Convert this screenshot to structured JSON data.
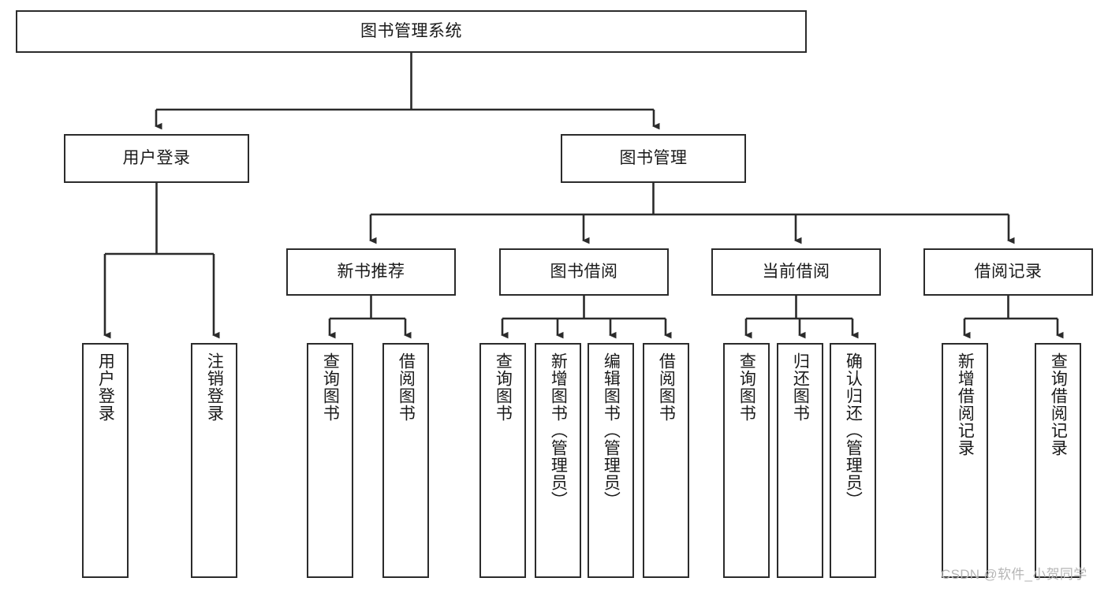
{
  "diagram": {
    "type": "tree-hierarchy-chart",
    "title": "图书管理系统",
    "orientation": "top-down",
    "levels": 4,
    "colors": {
      "box_border": "#2b2b2b",
      "box_fill": "#ffffff",
      "connector": "#2b2b2b",
      "text": "#1a1a1a",
      "watermark": "#b6b6b6",
      "background": "#ffffff"
    }
  },
  "root": {
    "label": "图书管理系统"
  },
  "level2": [
    {
      "label": "用户登录"
    },
    {
      "label": "图书管理"
    }
  ],
  "level3": [
    {
      "label": "新书推荐"
    },
    {
      "label": "图书借阅"
    },
    {
      "label": "当前借阅"
    },
    {
      "label": "借阅记录"
    }
  ],
  "leaves": {
    "user_login": [
      {
        "label": "用户登录"
      },
      {
        "label": "注销登录"
      }
    ],
    "new_book_recommend": [
      {
        "label": "查询图书"
      },
      {
        "label": "借阅图书"
      }
    ],
    "book_borrow": [
      {
        "label": "查询图书"
      },
      {
        "label": "新增图书（管理员）"
      },
      {
        "label": "编辑图书（管理员）"
      },
      {
        "label": "借阅图书"
      }
    ],
    "current_borrow": [
      {
        "label": "查询图书"
      },
      {
        "label": "归还图书"
      },
      {
        "label": "确认归还（管理员）"
      }
    ],
    "borrow_record": [
      {
        "label": "新增借阅记录"
      },
      {
        "label": "查询借阅记录"
      }
    ]
  },
  "watermark": {
    "text": "CSDN @软件_小贺同学"
  }
}
